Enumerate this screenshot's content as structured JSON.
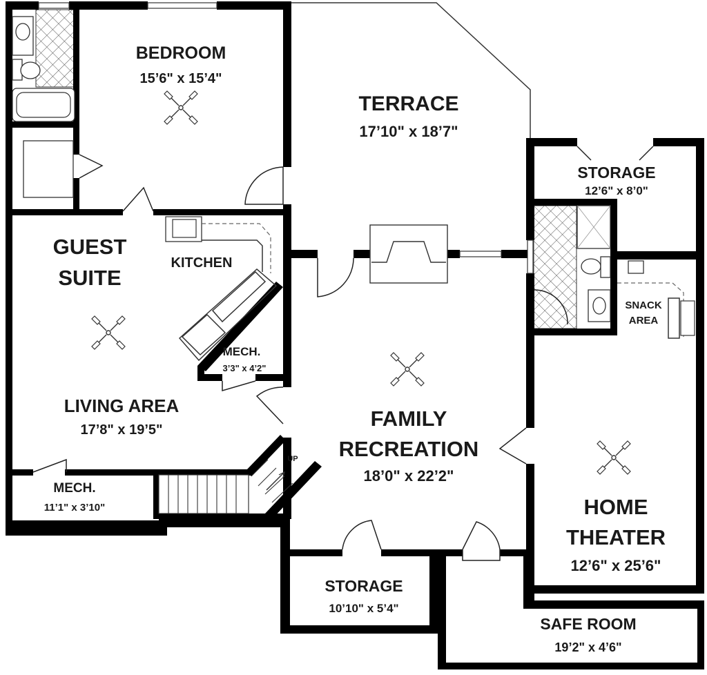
{
  "rooms": {
    "bedroom": {
      "name": "BEDROOM",
      "dim": "15’6\" x 15’4\""
    },
    "terrace": {
      "name": "TERRACE",
      "dim": "17’10\" x 18’7\""
    },
    "storage_top": {
      "name": "STORAGE",
      "dim": "12’6\" x 8’0\""
    },
    "guest_suite": {
      "line1": "GUEST",
      "line2": "SUITE"
    },
    "kitchen": {
      "name": "KITCHEN"
    },
    "mech_small": {
      "name": "MECH.",
      "dim": "3’3\" x 4’2\""
    },
    "snack": {
      "line1": "SNACK",
      "line2": "AREA"
    },
    "living": {
      "name": "LIVING AREA",
      "dim": "17’8\" x 19’5\""
    },
    "family": {
      "line1": "FAMILY",
      "line2": "RECREATION",
      "dim": "18’0\" x 22’2\""
    },
    "mech_large": {
      "name": "MECH.",
      "dim": "11’1\" x 3’10\""
    },
    "home_theater": {
      "line1": "HOME",
      "line2": "THEATER",
      "dim": "12’6\" x 25’6\""
    },
    "storage_bottom": {
      "name": "STORAGE",
      "dim": "10’10\" x 5’4\""
    },
    "safe_room": {
      "name": "SAFE ROOM",
      "dim": "19’2\" x 4’6\""
    }
  },
  "stair": {
    "label": "UP"
  },
  "icons": [
    "ceiling-fan-icon",
    "door-swing-icon",
    "stairs-icon",
    "toilet-icon",
    "sink-icon",
    "bathtub-icon",
    "shower-icon",
    "fireplace-icon"
  ]
}
